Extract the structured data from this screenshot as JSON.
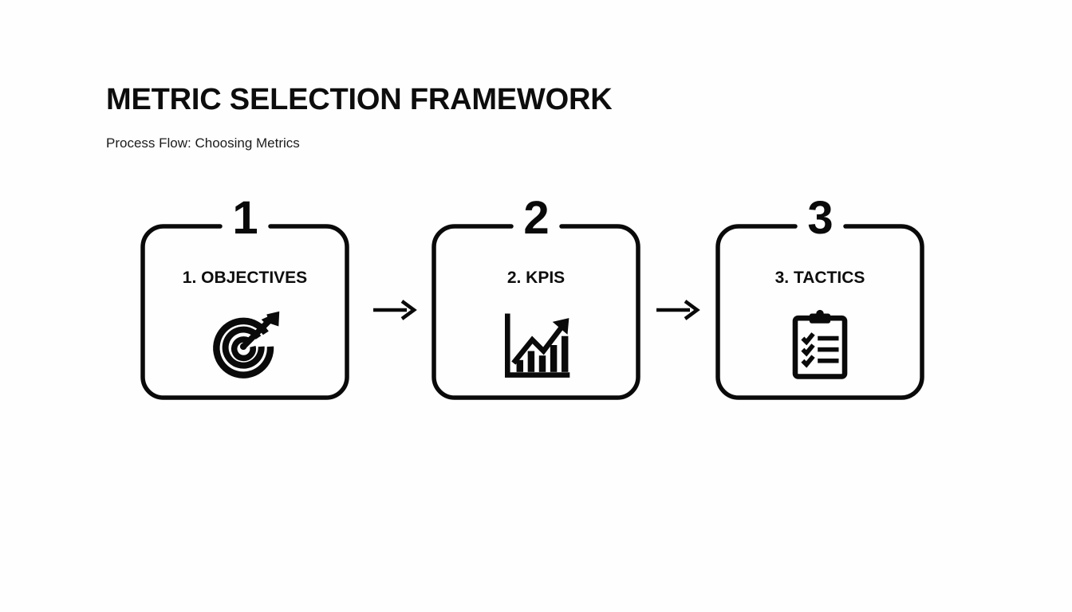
{
  "slide": {
    "background_color": "#fefeff",
    "ink_color": "#0d0d0d"
  },
  "header": {
    "title": "METRIC SELECTION FRAMEWORK",
    "subtitle": "Process Flow: Choosing Metrics"
  },
  "flow": {
    "connector_glyph": "→",
    "connectors": [
      {
        "name": "arrow-step1-to-step2",
        "symbol": "→"
      },
      {
        "name": "arrow-step2-to-step3",
        "symbol": "→"
      }
    ],
    "steps": [
      {
        "number": "1",
        "label": "1. OBJECTIVES",
        "icon": "target-icon"
      },
      {
        "number": "2",
        "label": "2. KPIS",
        "icon": "bar-chart-growth-icon"
      },
      {
        "number": "3",
        "label": "3. TACTICS",
        "icon": "clipboard-checklist-icon"
      }
    ]
  }
}
